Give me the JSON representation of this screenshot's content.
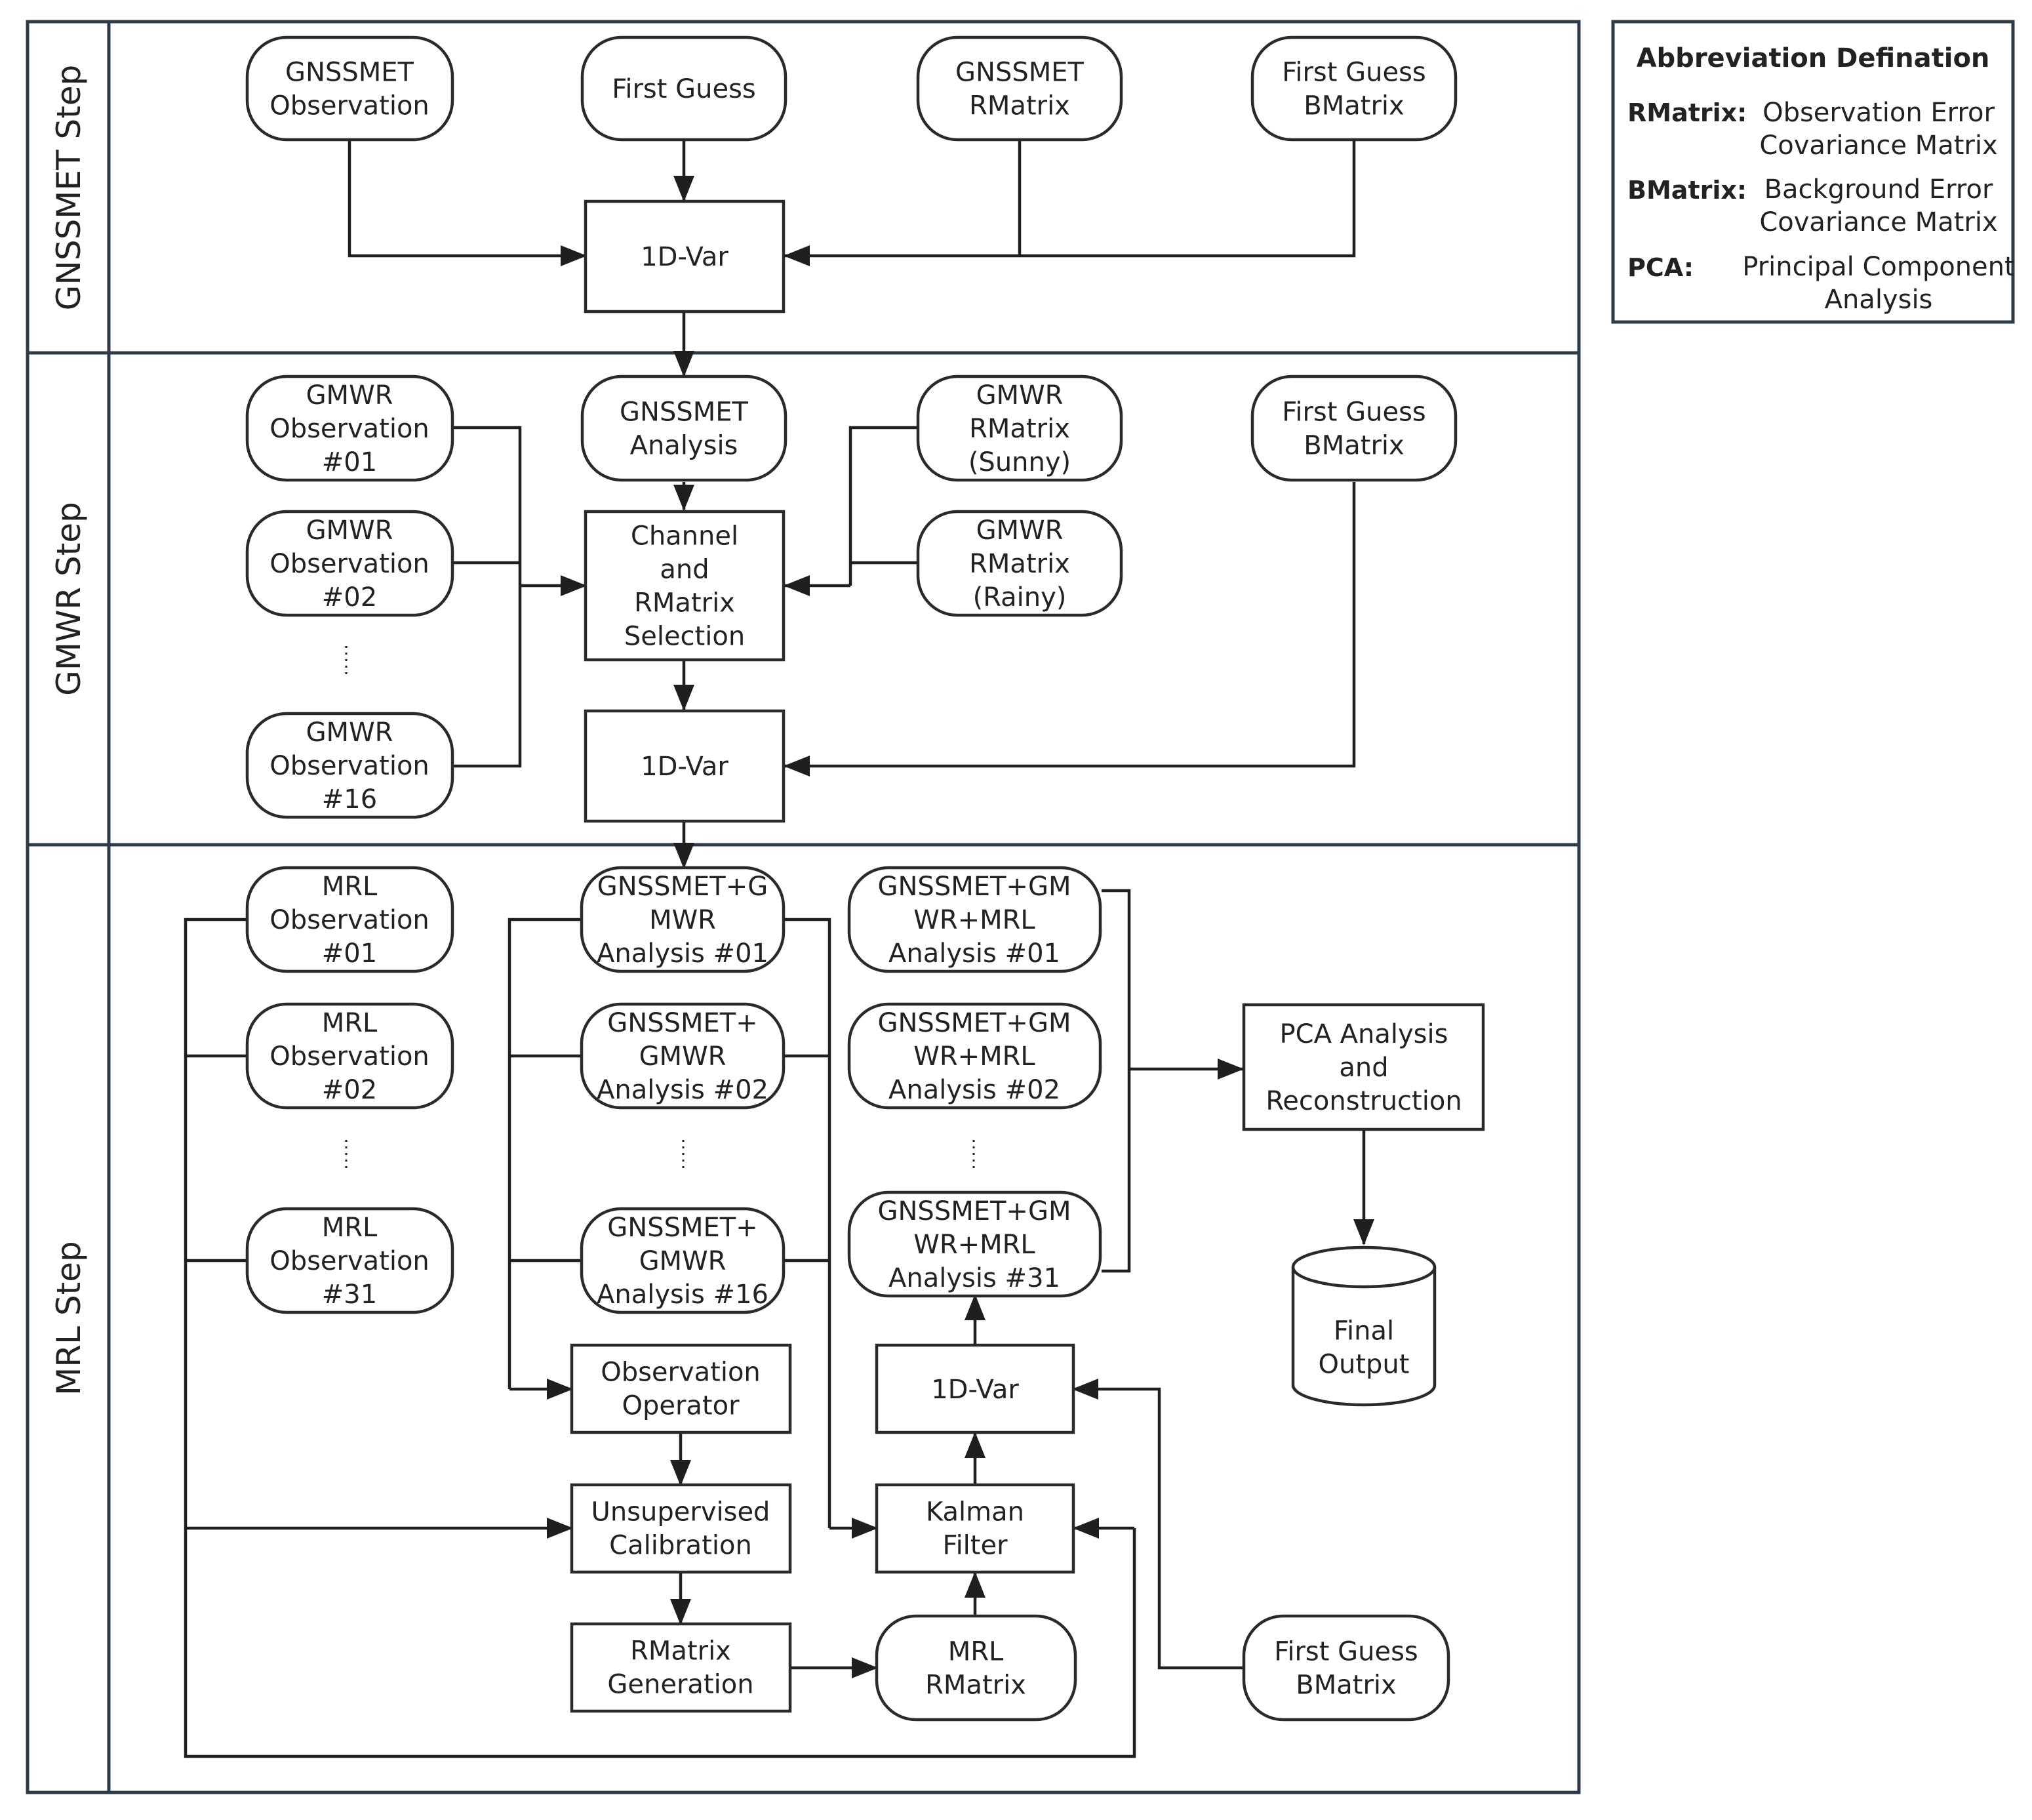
{
  "lanes": {
    "gnssmet": "GNSSMET Step",
    "gmwr": "GMWR Step",
    "mrl": "MRL Step"
  },
  "gnssmet": {
    "obs": [
      "GNSSMET",
      "Observation"
    ],
    "first_guess": [
      "First Guess"
    ],
    "rmatrix": [
      "GNSSMET",
      "RMatrix"
    ],
    "bmatrix": [
      "First Guess",
      "BMatrix"
    ],
    "var": [
      "1D-Var"
    ]
  },
  "gmwr": {
    "obs1": [
      "GMWR",
      "Observation",
      "#01"
    ],
    "obs2": [
      "GMWR",
      "Observation",
      "#02"
    ],
    "obs16": [
      "GMWR",
      "Observation",
      "#16"
    ],
    "analysis": [
      "GNSSMET",
      "Analysis"
    ],
    "r_sunny": [
      "GMWR",
      "RMatrix",
      "(Sunny)"
    ],
    "r_rainy": [
      "GMWR",
      "RMatrix",
      "(Rainy)"
    ],
    "bmatrix": [
      "First Guess",
      "BMatrix"
    ],
    "selection": [
      "Channel",
      "and",
      "RMatrix",
      "Selection"
    ],
    "var": [
      "1D-Var"
    ]
  },
  "mrl": {
    "obs1": [
      "MRL",
      "Observation",
      "#01"
    ],
    "obs2": [
      "MRL",
      "Observation",
      "#02"
    ],
    "obs31": [
      "MRL",
      "Observation",
      "#31"
    ],
    "gg1": [
      "GNSSMET+G",
      "MWR",
      "Analysis #01"
    ],
    "gg2": [
      "GNSSMET+",
      "GMWR",
      "Analysis #02"
    ],
    "gg16": [
      "GNSSMET+",
      "GMWR",
      "Analysis #16"
    ],
    "ggm1": [
      "GNSSMET+GM",
      "WR+MRL",
      "Analysis #01"
    ],
    "ggm2": [
      "GNSSMET+GM",
      "WR+MRL",
      "Analysis #02"
    ],
    "ggm31": [
      "GNSSMET+GM",
      "WR+MRL",
      "Analysis #31"
    ],
    "pca": [
      "PCA Analysis",
      "and",
      "Reconstruction"
    ],
    "final": [
      "Final",
      "Output"
    ],
    "obs_op": [
      "Observation",
      "Operator"
    ],
    "calib": [
      "Unsupervised",
      "Calibration"
    ],
    "rgen": [
      "RMatrix",
      "Generation"
    ],
    "var": [
      "1D-Var"
    ],
    "kalman": [
      "Kalman",
      "Filter"
    ],
    "mrl_r": [
      "MRL",
      "RMatrix"
    ],
    "bmatrix": [
      "First Guess",
      "BMatrix"
    ]
  },
  "legend": {
    "title": "Abbreviation Defination",
    "entries": [
      {
        "key": "RMatrix:",
        "value": [
          "Observation Error",
          "Covariance Matrix"
        ]
      },
      {
        "key": "BMatrix:",
        "value": [
          "Background Error",
          "Covariance Matrix"
        ]
      },
      {
        "key": "PCA:",
        "value": [
          "Principal Component",
          "Analysis"
        ]
      }
    ]
  }
}
